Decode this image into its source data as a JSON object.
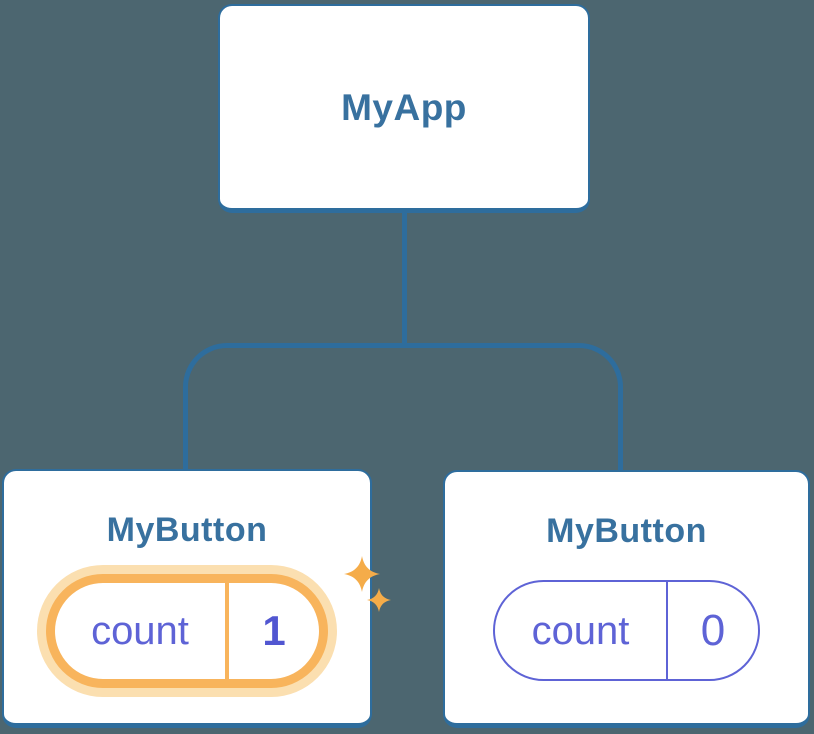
{
  "diagram": {
    "description": "React component tree showing state update",
    "root": {
      "label": "MyApp"
    },
    "nodes": [
      {
        "label": "MyButton",
        "state_name": "count",
        "state_value": "1",
        "highlighted": true
      },
      {
        "label": "MyButton",
        "state_name": "count",
        "state_value": "0",
        "highlighted": false
      }
    ]
  },
  "icons": {
    "sparkle_large": "sparkle-icon",
    "sparkle_small": "sparkle-icon"
  },
  "colors": {
    "background": "#4C6670",
    "card_background": "#FFFFFF",
    "card_border": "#2E6D9D",
    "connector_line": "#2E6D9D",
    "node_label_text": "#38719F",
    "state_text": "#5E63D6",
    "state_value_bold": "#5156D1",
    "highlight_border": "#F8B45C",
    "highlight_halo": "#FBDFB0",
    "sparkle": "#F5AC49"
  }
}
